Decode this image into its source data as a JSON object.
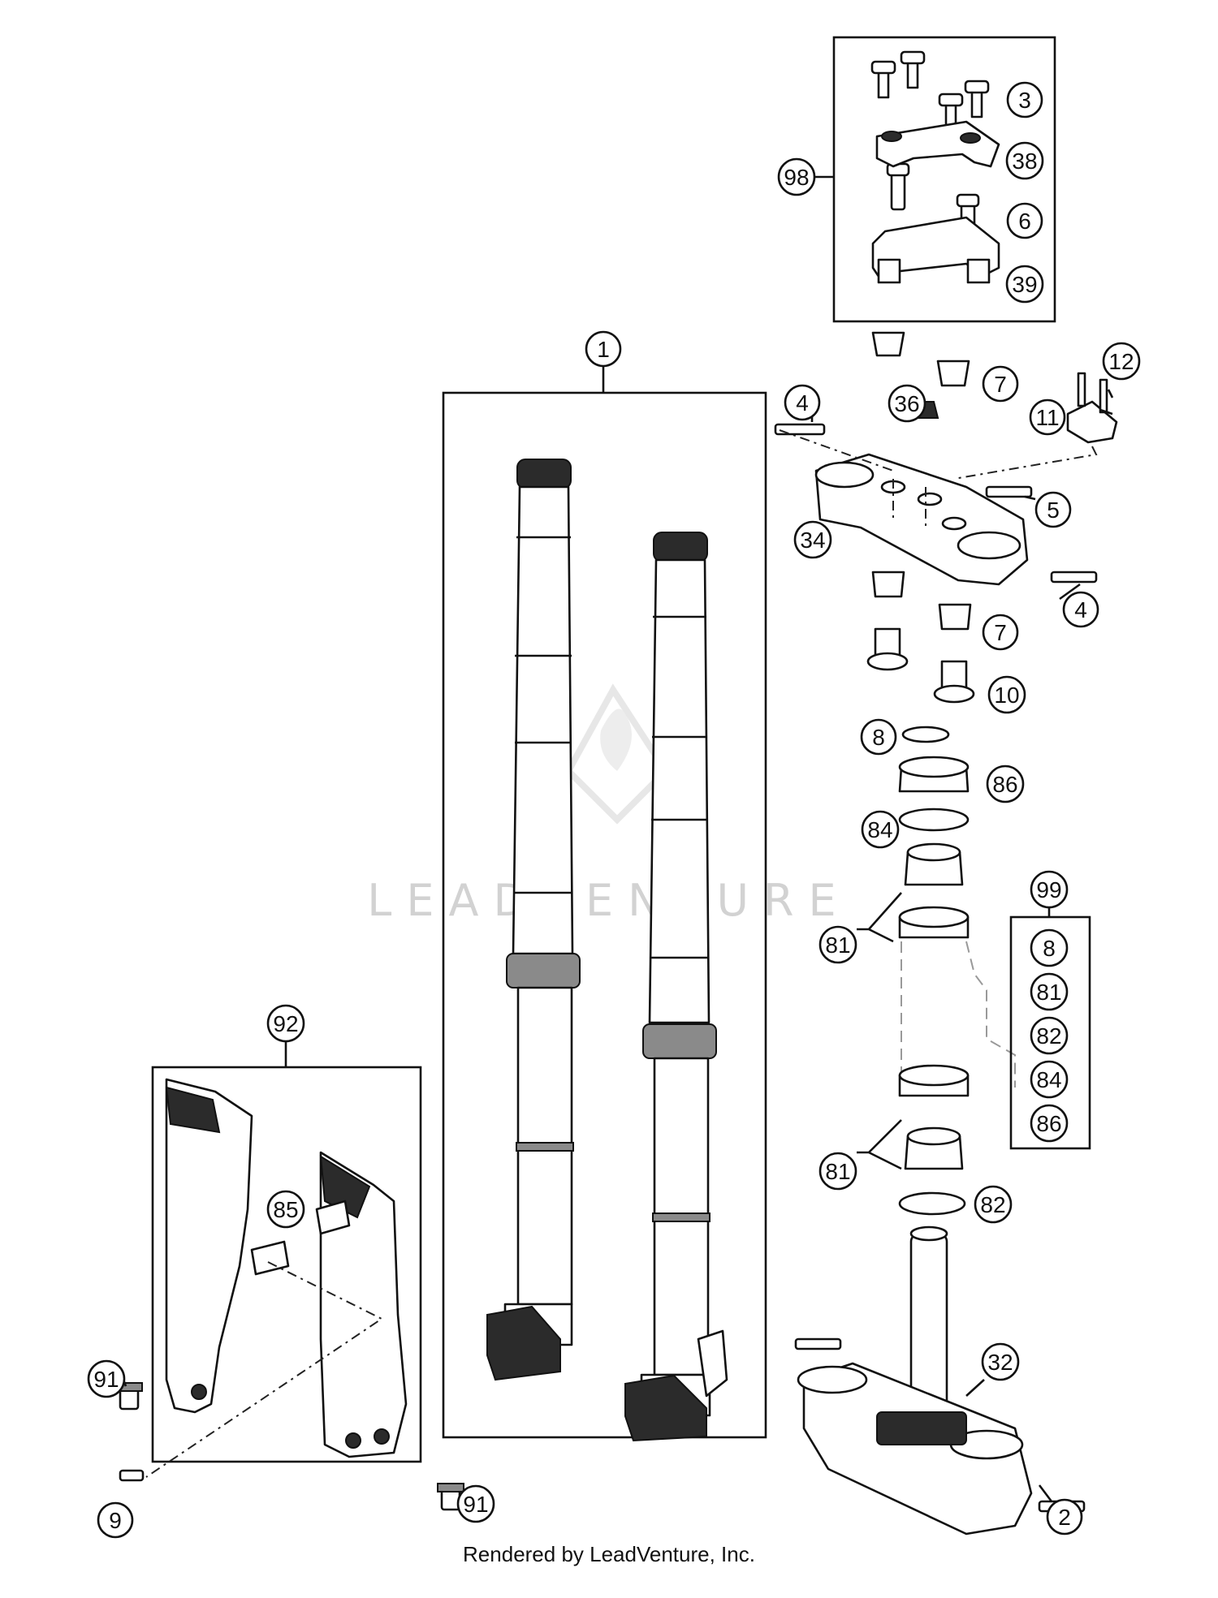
{
  "watermark": "LEADVENTURE",
  "footer": "Rendered by LeadVenture, Inc.",
  "callouts": {
    "c1": "1",
    "c2": "2",
    "c3": "3",
    "c4a": "4",
    "c4b": "4",
    "c5": "5",
    "c6": "6",
    "c7a": "7",
    "c7b": "7",
    "c8": "8",
    "c9": "9",
    "c10": "10",
    "c11": "11",
    "c12": "12",
    "c32": "32",
    "c34": "34",
    "c36": "36",
    "c38": "38",
    "c39": "39",
    "c81a": "81",
    "c81b": "81",
    "c82": "82",
    "c84": "84",
    "c85": "85",
    "c86": "86",
    "c91a": "91",
    "c91b": "91",
    "c92": "92",
    "c98": "98",
    "c99": "99"
  },
  "kit99_items": [
    "8",
    "81",
    "82",
    "84",
    "86"
  ]
}
